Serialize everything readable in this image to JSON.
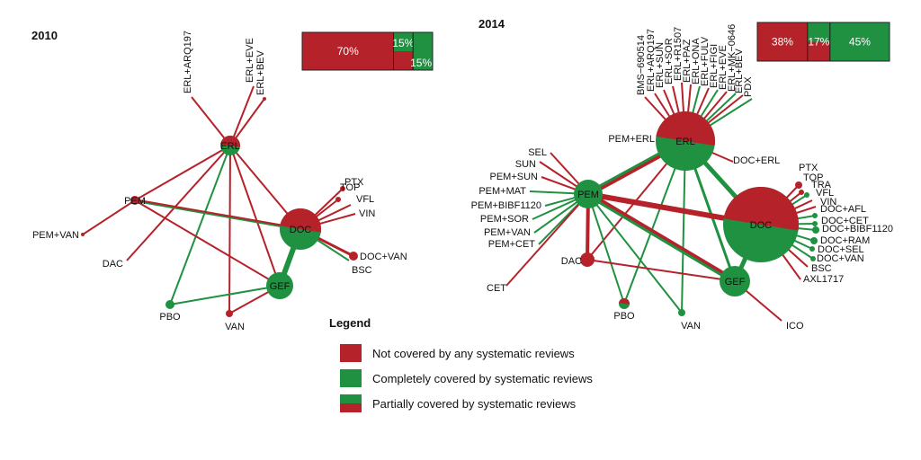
{
  "colors": {
    "red": "#b5222a",
    "green": "#1f9140"
  },
  "panel_2010": {
    "title": "2010",
    "bar": [
      {
        "label": "70%",
        "value": 70,
        "status": "not"
      },
      {
        "label": "15%",
        "value": 15,
        "status": "partial"
      },
      {
        "label": "15%",
        "value": 15,
        "status": "complete"
      }
    ],
    "nodes": [
      {
        "id": "ERL",
        "label": "ERL",
        "status": "partial"
      },
      {
        "id": "PEM",
        "label": "PEM",
        "status": "not"
      },
      {
        "id": "DOC",
        "label": "DOC",
        "status": "partial"
      },
      {
        "id": "GEF",
        "label": "GEF",
        "status": "complete"
      },
      {
        "id": "PBO",
        "label": "PBO",
        "status": "complete"
      },
      {
        "id": "VAN",
        "label": "VAN",
        "status": "not"
      },
      {
        "id": "DAC",
        "label": "DAC",
        "status": "not"
      },
      {
        "id": "PEM+VAN",
        "label": "PEM+VAN",
        "status": "not"
      },
      {
        "id": "ERL+ARQ197",
        "label": "ERL+ARQ197",
        "status": "not"
      },
      {
        "id": "ERL+EVE",
        "label": "ERL+EVE",
        "status": "not"
      },
      {
        "id": "ERL+BEV",
        "label": "ERL+BEV",
        "status": "not"
      },
      {
        "id": "PTX",
        "label": "PTX",
        "status": "not"
      },
      {
        "id": "TOP",
        "label": "TOP",
        "status": "not"
      },
      {
        "id": "VFL",
        "label": "VFL",
        "status": "not"
      },
      {
        "id": "VIN",
        "label": "VIN",
        "status": "not"
      },
      {
        "id": "DOC+VAN",
        "label": "DOC+VAN",
        "status": "not"
      },
      {
        "id": "BSC",
        "label": "BSC",
        "status": "complete"
      }
    ],
    "edges": [
      [
        "ERL",
        "ERL+ARQ197",
        "not"
      ],
      [
        "ERL",
        "ERL+EVE",
        "not"
      ],
      [
        "ERL",
        "ERL+BEV",
        "not"
      ],
      [
        "ERL",
        "PEM",
        "not"
      ],
      [
        "ERL",
        "DAC",
        "not"
      ],
      [
        "ERL",
        "VAN",
        "not"
      ],
      [
        "ERL",
        "GEF",
        "not"
      ],
      [
        "ERL",
        "PBO",
        "complete"
      ],
      [
        "ERL",
        "DOC",
        "not"
      ],
      [
        "PEM",
        "PEM+VAN",
        "not"
      ],
      [
        "PEM",
        "DOC",
        "partial"
      ],
      [
        "PEM",
        "GEF",
        "not"
      ],
      [
        "DOC",
        "GEF",
        "complete"
      ],
      [
        "DOC",
        "PTX",
        "not"
      ],
      [
        "DOC",
        "TOP",
        "not"
      ],
      [
        "DOC",
        "VFL",
        "not"
      ],
      [
        "DOC",
        "VIN",
        "not"
      ],
      [
        "DOC",
        "DOC+VAN",
        "not"
      ],
      [
        "DOC",
        "BSC",
        "complete"
      ],
      [
        "GEF",
        "PBO",
        "complete"
      ],
      [
        "GEF",
        "VAN",
        "not"
      ]
    ]
  },
  "panel_2014": {
    "title": "2014",
    "bar": [
      {
        "label": "38%",
        "value": 38,
        "status": "not"
      },
      {
        "label": "17%",
        "value": 17,
        "status": "partial"
      },
      {
        "label": "45%",
        "value": 45,
        "status": "complete"
      }
    ],
    "nodes": [
      {
        "id": "ERL",
        "label": "ERL",
        "status": "partial"
      },
      {
        "id": "PEM",
        "label": "PEM",
        "status": "complete"
      },
      {
        "id": "DOC",
        "label": "DOC",
        "status": "partial"
      },
      {
        "id": "GEF",
        "label": "GEF",
        "status": "complete"
      },
      {
        "id": "DAC",
        "label": "DAC",
        "status": "not"
      },
      {
        "id": "PBO",
        "label": "PBO",
        "status": "partial"
      },
      {
        "id": "VAN",
        "label": "VAN",
        "status": "complete"
      },
      {
        "id": "CET",
        "label": "CET",
        "status": "not"
      },
      {
        "id": "ICO",
        "label": "ICO",
        "status": "not"
      },
      {
        "id": "PEM+ERL",
        "label": "PEM+ERL",
        "status": "complete"
      },
      {
        "id": "DOC+ERL",
        "label": "DOC+ERL",
        "status": "not"
      },
      {
        "id": "SEL",
        "label": "SEL",
        "status": "not"
      },
      {
        "id": "SUN",
        "label": "SUN",
        "status": "not"
      },
      {
        "id": "PEM+SUN",
        "label": "PEM+SUN",
        "status": "not"
      },
      {
        "id": "PEM+MAT",
        "label": "PEM+MAT",
        "status": "complete"
      },
      {
        "id": "PEM+BIBF1120",
        "label": "PEM+BIBF1120",
        "status": "complete"
      },
      {
        "id": "PEM+SOR",
        "label": "PEM+SOR",
        "status": "complete"
      },
      {
        "id": "PEM+VAN",
        "label": "PEM+VAN",
        "status": "complete"
      },
      {
        "id": "PEM+CET",
        "label": "PEM+CET",
        "status": "complete"
      },
      {
        "id": "BMS-690514",
        "label": "BMS−690514",
        "status": "not"
      },
      {
        "id": "ERL+ARQ197",
        "label": "ERL+ARQ197",
        "status": "not"
      },
      {
        "id": "ERL+SUN",
        "label": "ERL+SUN",
        "status": "not"
      },
      {
        "id": "ERL+SOR",
        "label": "ERL+SOR",
        "status": "not"
      },
      {
        "id": "ERL+R1507",
        "label": "ERL+R1507",
        "status": "not"
      },
      {
        "id": "ERL+PAZ",
        "label": "ERL+PAZ",
        "status": "not"
      },
      {
        "id": "ERL+ONA",
        "label": "ERL+ONA",
        "status": "complete"
      },
      {
        "id": "ERL+FULV",
        "label": "ERL+FULV",
        "status": "not"
      },
      {
        "id": "ERL+FIGI",
        "label": "ERL+FIGI",
        "status": "complete"
      },
      {
        "id": "ERL+EVE",
        "label": "ERL+EVE",
        "status": "not"
      },
      {
        "id": "ERL+MK-0646",
        "label": "ERL+MK−0646",
        "status": "complete"
      },
      {
        "id": "ERL+BEV",
        "label": "ERL+BEV",
        "status": "not"
      },
      {
        "id": "PDX",
        "label": "PDX",
        "status": "complete"
      },
      {
        "id": "PTX",
        "label": "PTX",
        "status": "not"
      },
      {
        "id": "TOP",
        "label": "TOP",
        "status": "not"
      },
      {
        "id": "TRA",
        "label": "TRA",
        "status": "complete"
      },
      {
        "id": "VFL",
        "label": "VFL",
        "status": "not"
      },
      {
        "id": "VIN",
        "label": "VIN",
        "status": "not"
      },
      {
        "id": "DOC+AFL",
        "label": "DOC+AFL",
        "status": "complete"
      },
      {
        "id": "DOC+CET",
        "label": "DOC+CET",
        "status": "complete"
      },
      {
        "id": "DOC+BIBF1120",
        "label": "DOC+BIBF1120",
        "status": "complete"
      },
      {
        "id": "DOC+RAM",
        "label": "DOC+RAM",
        "status": "complete"
      },
      {
        "id": "DOC+SEL",
        "label": "DOC+SEL",
        "status": "complete"
      },
      {
        "id": "DOC+VAN",
        "label": "DOC+VAN",
        "status": "complete"
      },
      {
        "id": "BSC",
        "label": "BSC",
        "status": "not"
      },
      {
        "id": "AXL1717",
        "label": "AXL1717",
        "status": "not"
      }
    ],
    "edges": [
      [
        "ERL",
        "BMS-690514",
        "not"
      ],
      [
        "ERL",
        "ERL+ARQ197",
        "not"
      ],
      [
        "ERL",
        "ERL+SUN",
        "not"
      ],
      [
        "ERL",
        "ERL+SOR",
        "not"
      ],
      [
        "ERL",
        "ERL+R1507",
        "not"
      ],
      [
        "ERL",
        "ERL+PAZ",
        "not"
      ],
      [
        "ERL",
        "ERL+ONA",
        "complete"
      ],
      [
        "ERL",
        "ERL+FULV",
        "not"
      ],
      [
        "ERL",
        "ERL+FIGI",
        "complete"
      ],
      [
        "ERL",
        "ERL+EVE",
        "not"
      ],
      [
        "ERL",
        "ERL+MK-0646",
        "complete"
      ],
      [
        "ERL",
        "ERL+BEV",
        "not"
      ],
      [
        "ERL",
        "PDX",
        "complete"
      ],
      [
        "ERL",
        "DOC+ERL",
        "not"
      ],
      [
        "ERL",
        "PEM+ERL",
        "complete"
      ],
      [
        "ERL",
        "PEM",
        "partial"
      ],
      [
        "ERL",
        "DOC",
        "complete"
      ],
      [
        "ERL",
        "GEF",
        "complete"
      ],
      [
        "ERL",
        "DAC",
        "not"
      ],
      [
        "ERL",
        "PBO",
        "complete"
      ],
      [
        "ERL",
        "VAN",
        "complete"
      ],
      [
        "PEM",
        "SEL",
        "not"
      ],
      [
        "PEM",
        "SUN",
        "not"
      ],
      [
        "PEM",
        "PEM+SUN",
        "not"
      ],
      [
        "PEM",
        "PEM+MAT",
        "complete"
      ],
      [
        "PEM",
        "PEM+BIBF1120",
        "complete"
      ],
      [
        "PEM",
        "PEM+SOR",
        "complete"
      ],
      [
        "PEM",
        "PEM+VAN",
        "complete"
      ],
      [
        "PEM",
        "PEM+CET",
        "complete"
      ],
      [
        "PEM",
        "CET",
        "not"
      ],
      [
        "PEM",
        "DOC",
        "not"
      ],
      [
        "PEM",
        "GEF",
        "partial"
      ],
      [
        "PEM",
        "DAC",
        "not"
      ],
      [
        "PEM",
        "PBO",
        "complete"
      ],
      [
        "PEM",
        "VAN",
        "complete"
      ],
      [
        "DOC",
        "PTX",
        "not"
      ],
      [
        "DOC",
        "TOP",
        "not"
      ],
      [
        "DOC",
        "TRA",
        "complete"
      ],
      [
        "DOC",
        "VFL",
        "not"
      ],
      [
        "DOC",
        "VIN",
        "not"
      ],
      [
        "DOC",
        "DOC+AFL",
        "complete"
      ],
      [
        "DOC",
        "DOC+CET",
        "complete"
      ],
      [
        "DOC",
        "DOC+BIBF1120",
        "complete"
      ],
      [
        "DOC",
        "DOC+RAM",
        "complete"
      ],
      [
        "DOC",
        "DOC+SEL",
        "complete"
      ],
      [
        "DOC",
        "DOC+VAN",
        "complete"
      ],
      [
        "DOC",
        "BSC",
        "not"
      ],
      [
        "DOC",
        "AXL1717",
        "not"
      ],
      [
        "DOC",
        "GEF",
        "complete"
      ],
      [
        "GEF",
        "ICO",
        "not"
      ],
      [
        "GEF",
        "DAC",
        "not"
      ]
    ]
  },
  "legend": {
    "title": "Legend",
    "items": [
      {
        "label": "Not covered by any systematic reviews",
        "status": "not"
      },
      {
        "label": "Completely covered by systematic reviews",
        "status": "complete"
      },
      {
        "label": "Partially covered by systematic reviews",
        "status": "partial"
      }
    ]
  }
}
